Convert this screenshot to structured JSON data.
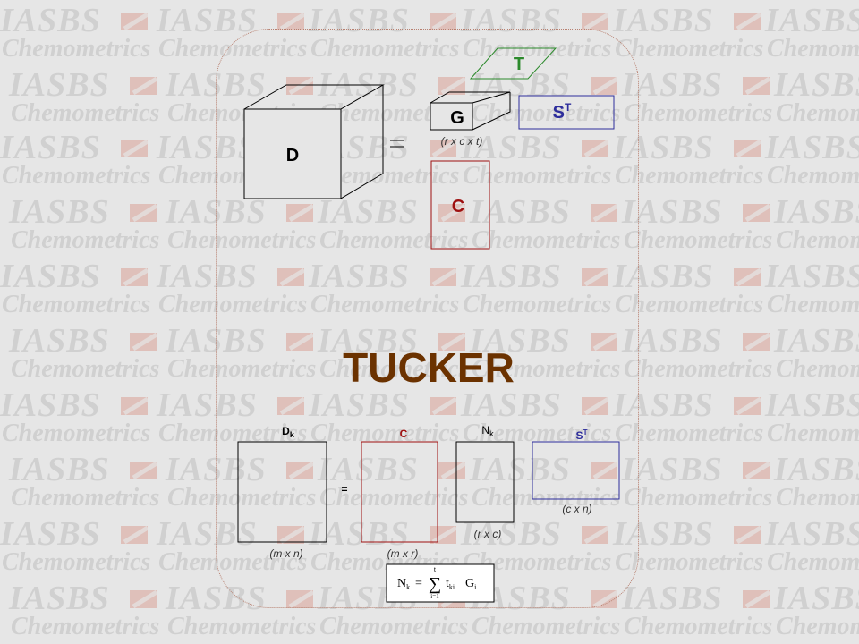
{
  "title": "TUCKER",
  "top_model": {
    "tensor_label": "D",
    "equals": "=",
    "core_label": "G",
    "core_dims": "(r x c x t)",
    "t_label": "T",
    "st_label": "S",
    "st_sup": "T",
    "c_label": "C"
  },
  "bottom_model": {
    "dk_label": "D",
    "dk_sub": "k",
    "dk_dims": "(m x n)",
    "equals": "=",
    "c_label": "C",
    "c_dims": "(m x r)",
    "nk_label": "N",
    "nk_sub": "k",
    "nk_dims": "(r x c)",
    "st_label": "S",
    "st_sup": "T",
    "st_dims": "(c x n)"
  },
  "formula": {
    "lhs": "N",
    "lhs_sub": "k",
    "eq": "=",
    "sum": "∑",
    "sum_upper": "t",
    "sum_lower": "i=1",
    "term1": "t",
    "term1_sub": "ki",
    "term2": "G",
    "term2_sub": "i"
  },
  "watermark": {
    "line1": "IASBS",
    "line2": "Chemometrics"
  },
  "colors": {
    "background": "#e6e6e6",
    "title": "#6b3200",
    "c_red": "#9e1010",
    "s_blue": "#2e2e9c",
    "t_green": "#2c8a2c",
    "wm_flag": "#d9a096"
  }
}
